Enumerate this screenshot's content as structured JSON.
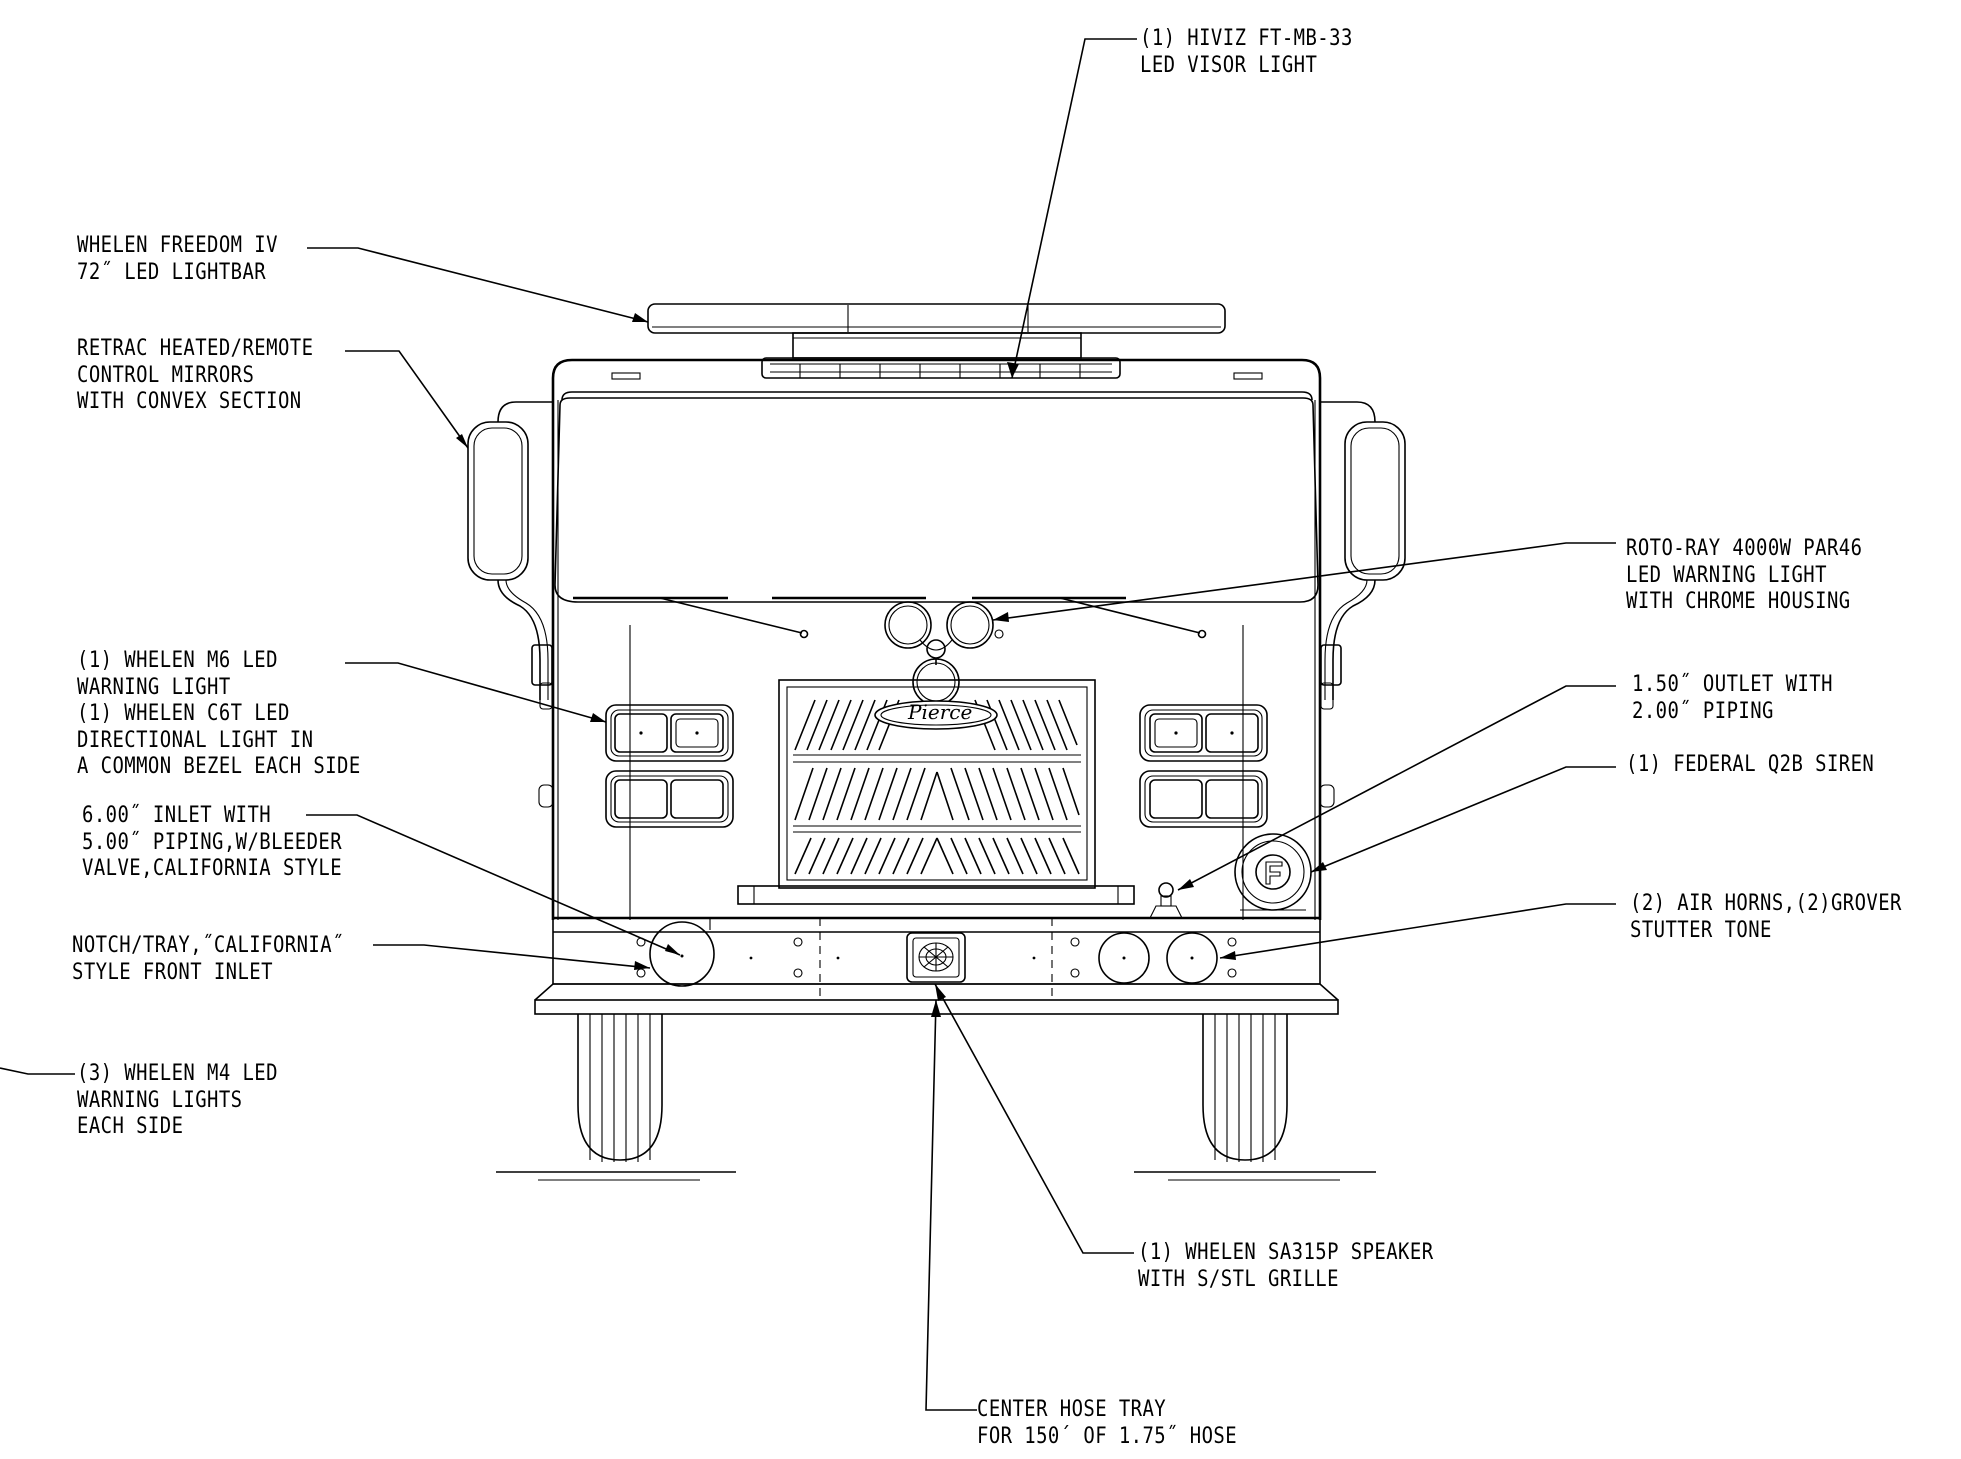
{
  "callouts": {
    "visor_light": "(1) HIVIZ FT-MB-33\nLED VISOR LIGHT",
    "lightbar": "WHELEN FREEDOM IV\n72˝ LED LIGHTBAR",
    "mirrors": "RETRAC HEATED/REMOTE\nCONTROL MIRRORS\nWITH CONVEX SECTION",
    "roto_ray": "ROTO-RAY 4000W PAR46\nLED WARNING LIGHT\nWITH CHROME HOUSING",
    "m6_light": "(1) WHELEN M6 LED\nWARNING LIGHT\n(1) WHELEN C6T LED\nDIRECTIONAL LIGHT IN\nA COMMON BEZEL EACH SIDE",
    "outlet": "1.50˝ OUTLET WITH\n2.00˝ PIPING",
    "siren": "(1) FEDERAL Q2B SIREN",
    "inlet": "6.00˝ INLET WITH\n5.00˝ PIPING,W/BLEEDER\nVALVE,CALIFORNIA STYLE",
    "notch_tray": "NOTCH/TRAY,˝CALIFORNIA˝\nSTYLE FRONT INLET",
    "air_horns": "(2) AIR HORNS,(2)GROVER\nSTUTTER TONE",
    "m4_lights": "(3) WHELEN M4 LED\nWARNING LIGHTS\nEACH SIDE",
    "speaker": "(1) WHELEN SA315P SPEAKER\nWITH S/STL GRILLE",
    "hose_tray": "CENTER HOSE TRAY\nFOR 150´ OF 1.75˝ HOSE"
  },
  "grille_logo": "Pierce"
}
